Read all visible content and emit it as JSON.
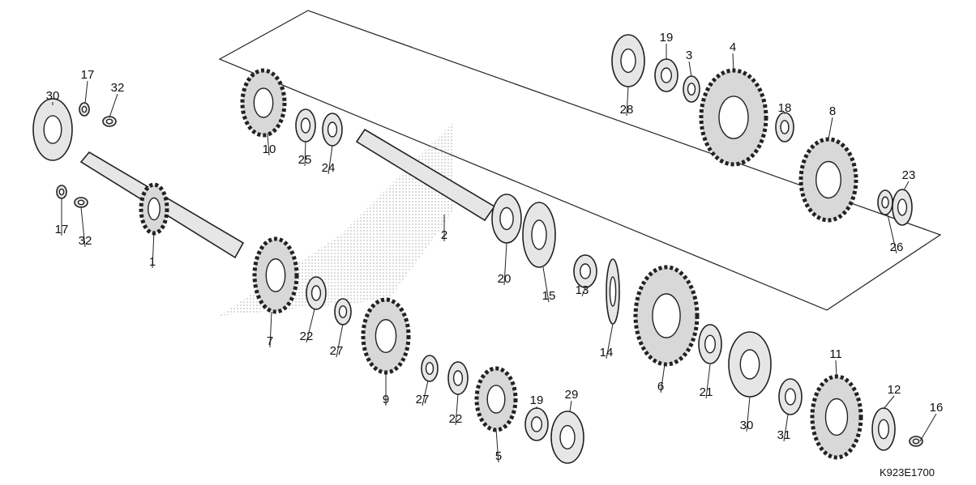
{
  "diagram": {
    "title_code": "K923E1700",
    "part_numbers": [
      "30",
      "17",
      "32",
      "17",
      "32",
      "1",
      "10",
      "25",
      "24",
      "2",
      "20",
      "15",
      "13",
      "14",
      "7",
      "22",
      "27",
      "9",
      "27",
      "22",
      "5",
      "19",
      "29",
      "28",
      "19",
      "3",
      "4",
      "18",
      "8",
      "23",
      "26",
      "6",
      "21",
      "30",
      "31",
      "11",
      "12",
      "16"
    ]
  }
}
